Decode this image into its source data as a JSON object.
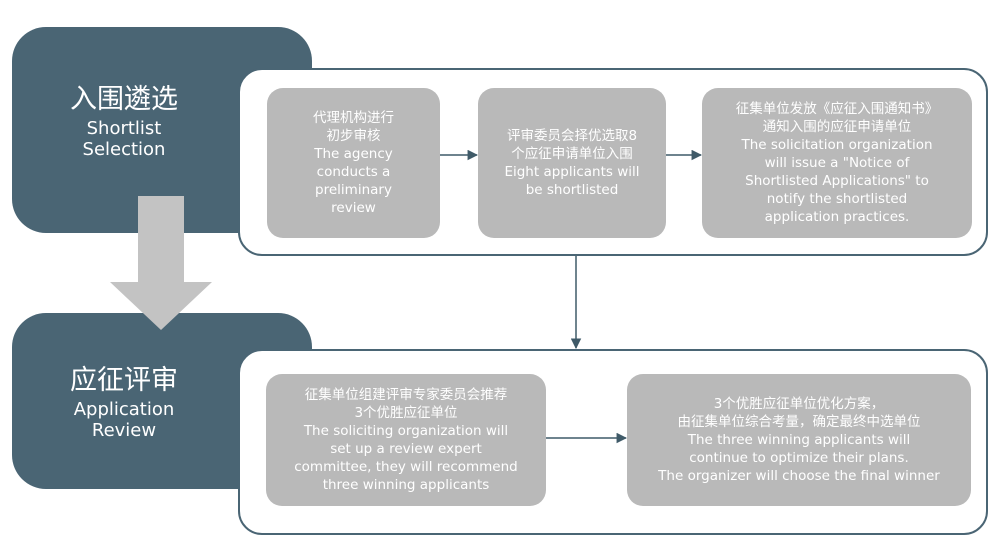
{
  "stages": [
    {
      "cn": "入围遴选",
      "en_line1": "Shortlist",
      "en_line2": "Selection",
      "steps": [
        {
          "lines": [
            "代理机构进行",
            "初步审核",
            "The agency",
            "conducts a",
            "preliminary",
            "review"
          ]
        },
        {
          "lines": [
            "评审委员会择优选取8",
            "个应征申请单位入围",
            "Eight applicants will",
            "be shortlisted"
          ]
        },
        {
          "lines": [
            "征集单位发放《应征入围通知书》",
            "通知入围的应征申请单位",
            "The solicitation organization",
            "will issue a \"Notice of",
            "Shortlisted Applications\" to",
            "notify the shortlisted",
            "application practices."
          ]
        }
      ]
    },
    {
      "cn": "应征评审",
      "en_line1": "Application",
      "en_line2": "Review",
      "steps": [
        {
          "lines": [
            "征集单位组建评审专家委员会推荐",
            "3个优胜应征单位",
            "The soliciting organization will",
            "set up a review expert",
            "committee, they will recommend",
            "three winning applicants"
          ]
        },
        {
          "lines": [
            "3个优胜应征单位优化方案，",
            "由征集单位综合考量，确定最终中选单位",
            "The three winning applicants will",
            "continue to optimize their plans.",
            "The organizer will choose the final winner"
          ]
        }
      ]
    }
  ],
  "colors": {
    "stage_fill": "#4a6574",
    "step_fill": "#b9b9b9",
    "big_arrow": "#c3c3c3"
  }
}
